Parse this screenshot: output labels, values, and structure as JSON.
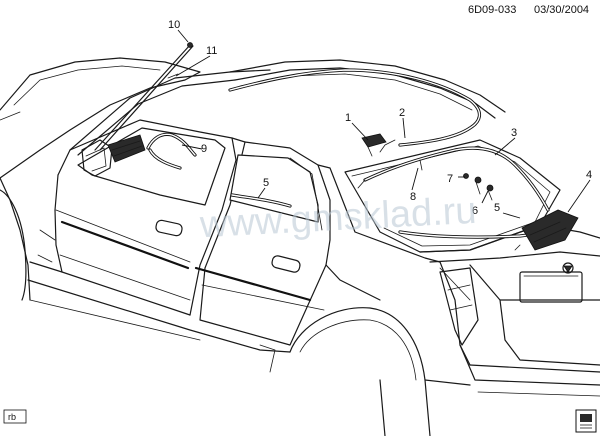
{
  "header": {
    "code": "6D09-033",
    "date": "03/30/2004"
  },
  "watermark": "www.gmsklad.ru",
  "corner_tag": "rb",
  "callouts": [
    {
      "id": "1",
      "label": "1"
    },
    {
      "id": "2",
      "label": "2"
    },
    {
      "id": "3",
      "label": "3"
    },
    {
      "id": "4",
      "label": "4"
    },
    {
      "id": "5a",
      "label": "5"
    },
    {
      "id": "5b",
      "label": "5"
    },
    {
      "id": "6",
      "label": "6"
    },
    {
      "id": "7",
      "label": "7"
    },
    {
      "id": "8",
      "label": "8"
    },
    {
      "id": "9",
      "label": "9"
    },
    {
      "id": "10",
      "label": "10"
    },
    {
      "id": "11",
      "label": "11"
    }
  ],
  "colors": {
    "ink": "#1a1a1a",
    "watermark": "#b9c8d4",
    "background": "#ffffff"
  }
}
